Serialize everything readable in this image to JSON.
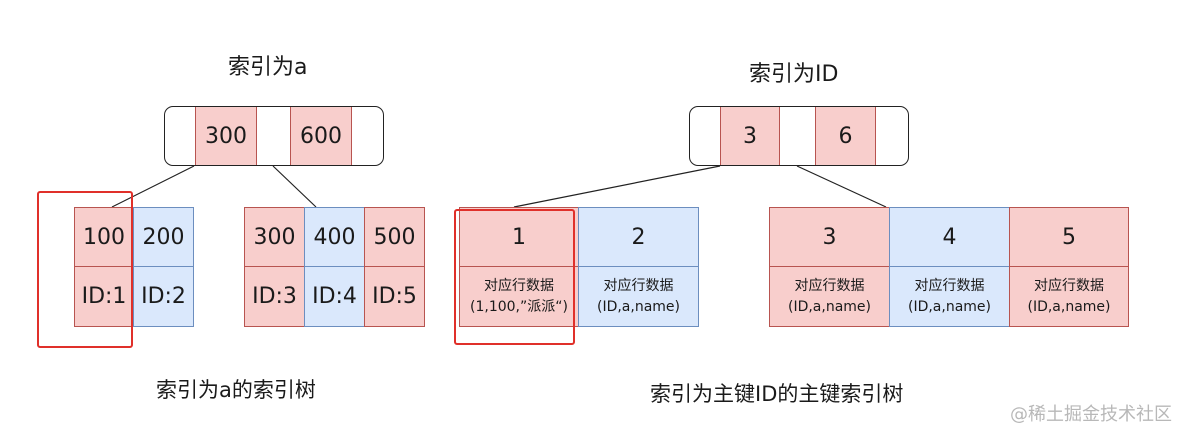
{
  "left_tree": {
    "title": "索引为a",
    "root_keys": [
      "300",
      "600"
    ],
    "leaf1": {
      "top": [
        "100",
        "200"
      ],
      "bottom": [
        "ID:1",
        "ID:2"
      ]
    },
    "leaf2": {
      "top": [
        "300",
        "400",
        "500"
      ],
      "bottom": [
        "ID:3",
        "ID:4",
        "ID:5"
      ]
    },
    "caption": "索引为a的索引树"
  },
  "right_tree": {
    "title": "索引为ID",
    "root_keys": [
      "3",
      "6"
    ],
    "leaf1": {
      "top": [
        "1",
        "2"
      ],
      "bottom": [
        [
          "对应行数据",
          "(1,100,”派派“)"
        ],
        [
          "对应行数据",
          "(ID,a,name)"
        ]
      ]
    },
    "leaf2": {
      "top": [
        "3",
        "4",
        "5"
      ],
      "bottom": [
        [
          "对应行数据",
          "(ID,a,name)"
        ],
        [
          "对应行数据",
          "(ID,a,name)"
        ],
        [
          "对应行数据",
          "(ID,a,name)"
        ]
      ]
    },
    "caption": "索引为主键ID的主键索引树"
  },
  "colors": {
    "key_cell": "#f8cecc",
    "key_border": "#b85450",
    "alt_cell": "#dae8fc",
    "alt_border": "#6c8ebf",
    "highlight": "#e0302a"
  },
  "watermark": "@稀土掘金技术社区"
}
